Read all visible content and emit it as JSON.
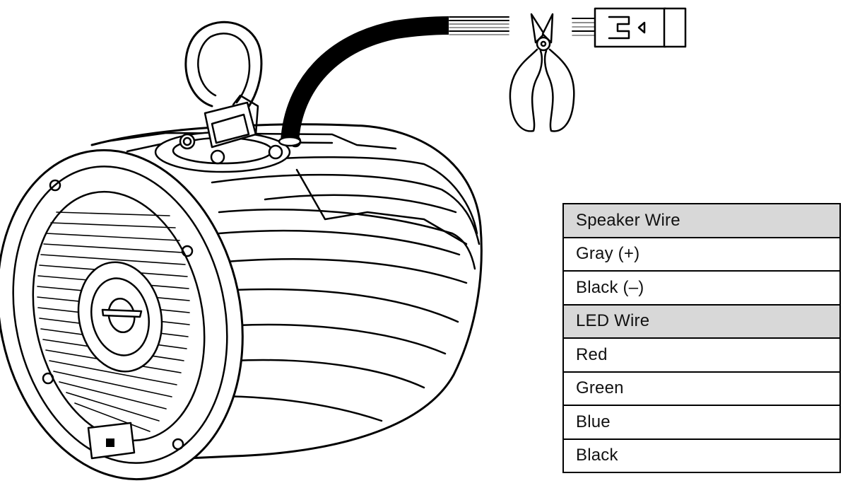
{
  "colors": {
    "line": "#000000",
    "header_fill": "#d8d8d8",
    "background": "#ffffff"
  },
  "icons": [
    "speaker-tower-illustration",
    "mounting-clamp-icon",
    "cable-icon",
    "wire-cutter-icon",
    "connector-plug-icon"
  ],
  "wire_table": [
    {
      "label": "Speaker Wire",
      "type": "header"
    },
    {
      "label": "Gray (+)",
      "type": "item"
    },
    {
      "label": "Black (–)",
      "type": "item"
    },
    {
      "label": "LED Wire",
      "type": "header"
    },
    {
      "label": "Red",
      "type": "item"
    },
    {
      "label": "Green",
      "type": "item"
    },
    {
      "label": "Blue",
      "type": "item"
    },
    {
      "label": "Black",
      "type": "item"
    }
  ]
}
